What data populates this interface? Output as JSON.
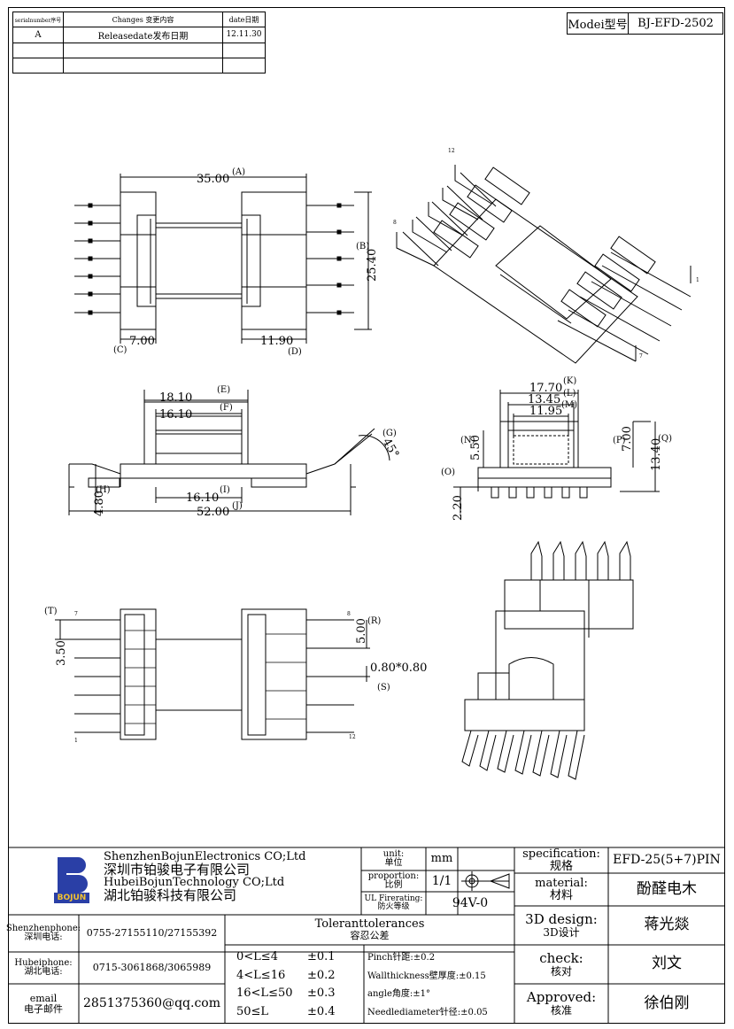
{
  "revision_table": {
    "headers": [
      "serialnumber序号",
      "Changes 变更内容",
      "date日期"
    ],
    "rows": [
      [
        "A",
        "Releasedate发布日期",
        "12.11.30"
      ],
      [
        "",
        "",
        ""
      ],
      [
        "",
        "",
        ""
      ]
    ]
  },
  "model": {
    "label": "Modei型号",
    "value": "BJ-EFD-2502"
  },
  "dimensions": {
    "A": "35.00",
    "A_tag": "(A)",
    "B": "25.40",
    "B_tag": "(B)",
    "C": "7.00",
    "C_tag": "(C)",
    "D": "11.90",
    "D_tag": "(D)",
    "E": "18.10",
    "E_tag": "(E)",
    "F": "16.10",
    "F_tag": "(F)",
    "G": "45°",
    "G_tag": "(G)",
    "H": "4.80",
    "H_tag": "(H)",
    "I": "16.10",
    "I_tag": "(I)",
    "J": "52.00",
    "J_tag": "(J)",
    "K": "17.70",
    "K_tag": "(K)",
    "L": "13.45",
    "L_tag": "(L)",
    "M": "11.95",
    "M_tag": "(M)",
    "N": "5.50",
    "N_tag": "(N)",
    "O": "2.20",
    "O_tag": "(O)",
    "P": "7.00",
    "P_tag": "(P)",
    "Q": "13.40",
    "Q_tag": "(Q)",
    "R": "5.00",
    "R_tag": "(R)",
    "S": "0.80*0.80",
    "S_tag": "(S)",
    "T": "3.50",
    "T_tag": "(T)"
  },
  "pin_labels": {
    "p12": "12",
    "p8": "8",
    "p1": "1",
    "p7": "7"
  },
  "company": {
    "logo_text": "BOJUN",
    "name_en_1": "ShenzhenBojunElectronics CO;Ltd",
    "name_cn_1": "深圳市铂骏电子有限公司",
    "name_en_2": "HubeiBojunTechnology CO;Ltd",
    "name_cn_2": "湖北铂骏科技有限公司"
  },
  "unit": {
    "label_en": "unit:",
    "label_cn": "单位",
    "value": "mm"
  },
  "proportion": {
    "label_en": "proportion:",
    "label_cn": "比例",
    "value": "1/1"
  },
  "ul": {
    "label_en": "UL Firerating:",
    "label_cn": "防火等级",
    "value": "94V-0"
  },
  "specification": {
    "label_en": "specification:",
    "label_cn": "规格",
    "value": "EFD-25(5+7)PIN"
  },
  "material": {
    "label_en": "material:",
    "label_cn": "材料",
    "value": "酚醛电木"
  },
  "design": {
    "label_en": "3D design:",
    "label_cn": "3D设计",
    "value": "蒋光燚"
  },
  "check": {
    "label_en": "check:",
    "label_cn": "核对",
    "value": "刘文"
  },
  "approved": {
    "label_en": "Approved:",
    "label_cn": "核准",
    "value": "徐伯刚"
  },
  "contacts": {
    "sz_label_en": "Shenzhenphone:",
    "sz_label_cn": "深圳电话:",
    "sz_value": "0755-27155110/27155392",
    "hb_label_en": "Hubeiphone:",
    "hb_label_cn": "湖北电话:",
    "hb_value": "0715-3061868/3065989",
    "email_label_en": "email",
    "email_label_cn": "电子邮件",
    "email_value": "2851375360@qq.com"
  },
  "tolerances": {
    "title_en": "Toleranttolerances",
    "title_cn": "容忍公差",
    "ranges": [
      {
        "range": "0<L≤4",
        "value": "±0.1"
      },
      {
        "range": "4<L≤16",
        "value": "±0.2"
      },
      {
        "range": "16<L≤50",
        "value": "±0.3"
      },
      {
        "range": "50≤L",
        "value": "±0.4"
      }
    ],
    "notes": [
      "Pinch针距:±0.2",
      "Wallthickness壁厚度:±0.15",
      "angle角度:±1°",
      "Needlediameter针径:±0.05"
    ]
  }
}
